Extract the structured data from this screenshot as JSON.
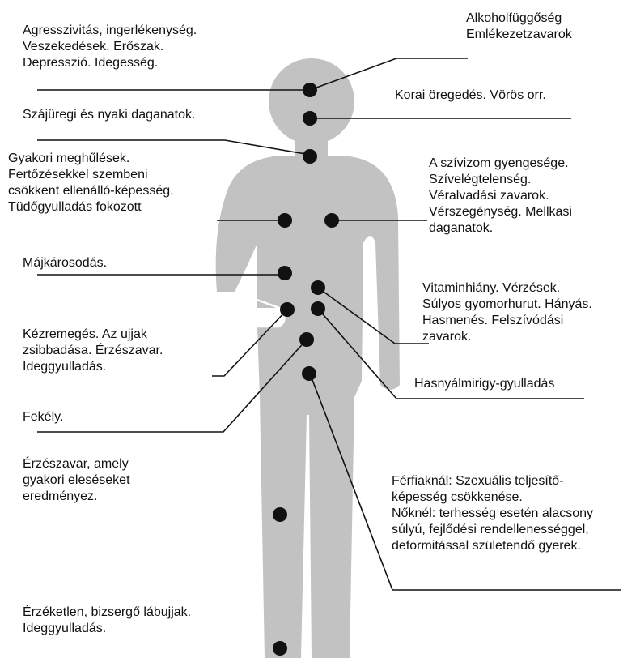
{
  "colors": {
    "silhouette": "#c2c2c2",
    "dot": "#111111",
    "line": "#111111",
    "text": "#111111",
    "background": "#ffffff"
  },
  "labels": {
    "alcohol": [
      "Alkoholfüggőség",
      "Emlékezetzavarok"
    ],
    "aggression": [
      "Agresszivitás, ingerlékenység.",
      "Veszekedések. Erőszak.",
      "Depresszió. Idegesség."
    ],
    "aging": [
      "Korai öregedés. Vörös orr."
    ],
    "oral_cancer": [
      "Szájüregi és nyaki daganatok."
    ],
    "colds": [
      "Gyakori meghűlések.",
      "Fertőzésekkel szembeni",
      "csökkent ellenálló-képesség.",
      "Tüdőgyulladás fokozott"
    ],
    "heart": [
      "A szívizom gyengesége.",
      "Szívelégtelenség.",
      "Véralvadási zavarok.",
      "Vérszegénység. Mellkasi",
      "daganatok."
    ],
    "liver": [
      "Májkárosodás."
    ],
    "vitamin": [
      "Vitaminhiány. Vérzések.",
      "Súlyos gyomorhurut. Hányás.",
      "Hasmenés. Felszívódási",
      "zavarok."
    ],
    "tremor": [
      "Kézremegés. Az ujjak",
      "zsibbadása. Érzészavar.",
      "Ideggyulladás."
    ],
    "pancreas": [
      "Hasnyálmirigy-gyulladás"
    ],
    "ulcer": [
      "Fekély."
    ],
    "falls": [
      "Érzészavar, amely",
      "gyakori eleséseket",
      "eredményez."
    ],
    "reproductive": [
      "Férfiaknál: Szexuális teljesítő-",
      "képesség csökkenése.",
      "Nőknél: terhesség esetén alacsony",
      "súlyú, fejlődési rendellenességgel,",
      "deformitással születendő gyerek."
    ],
    "toes": [
      "Érzéketlen, bizsergő lábujjak.",
      "Ideggyulladás."
    ]
  }
}
